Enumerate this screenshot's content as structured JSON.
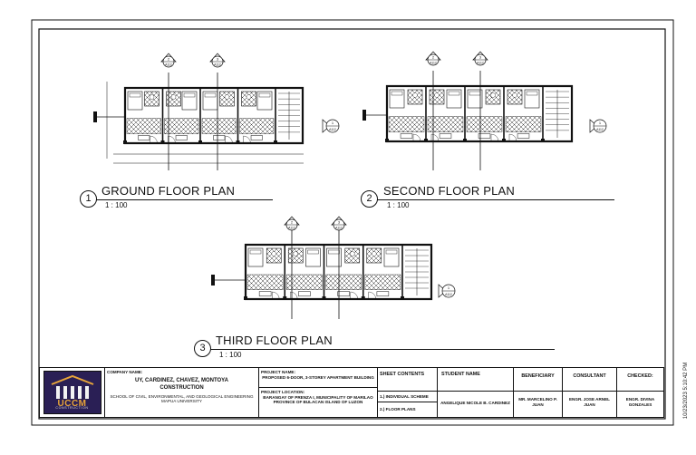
{
  "plans": [
    {
      "num": "1",
      "title": "GROUND FLOOR PLAN",
      "scale": "1 : 100"
    },
    {
      "num": "2",
      "title": "SECOND FLOOR PLAN",
      "scale": "1 : 100"
    },
    {
      "num": "3",
      "title": "THIRD FLOOR PLAN",
      "scale": "1 : 100"
    }
  ],
  "section_tags": {
    "top": "2",
    "top_b": "3",
    "sheet": "A112",
    "side": "1"
  },
  "title_block": {
    "logo_text": "UCCM",
    "logo_sub": "CONSTRUCTION",
    "company_label": "COMPANY NAME:",
    "company_name_1": "UY, CARDINEZ, CHAVEZ, MONTOYA",
    "company_name_2": "CONSTRUCTION",
    "school": "SCHOOL OF CIVIL, ENVIRONMENTAL, AND GEOLOGICAL ENGINEERING",
    "university": "MAPUA UNIVERSITY",
    "project_name_label": "PROJECT NAME:",
    "project_name": "PROPOSED 6-DOOR, 3-STOREY APARTMENT BUILDING",
    "project_location_label": "PROJECT LOCATION:",
    "project_location": "BARANGAY OF PRENZA I, MUNICIPALITY OF MARILAO PROVINCE OF BULACAN ISLAND OF LUZON",
    "sheet_contents_label": "SHEET CONTENTS",
    "sheet_content_1": "1.) INDIVIDUAL SCHEME",
    "sheet_content_2": "2.) FLOOR PLANS",
    "student_name_label": "STUDENT NAME",
    "student_name": "ANGELIQUE NICOLE B. CARDINEZ",
    "beneficiary_label": "BENEFICIARY",
    "beneficiary": "MR. MARCELINO P. JUAN",
    "consultant_label": "CONSULTANT",
    "consultant": "ENGR. JOSE ARNEL JUAN",
    "checked_label": "CHECKED:",
    "checked": "ENGR. DIVINA GONZALES"
  },
  "date_stamp": "10/23/2023 5:10:42 PM"
}
